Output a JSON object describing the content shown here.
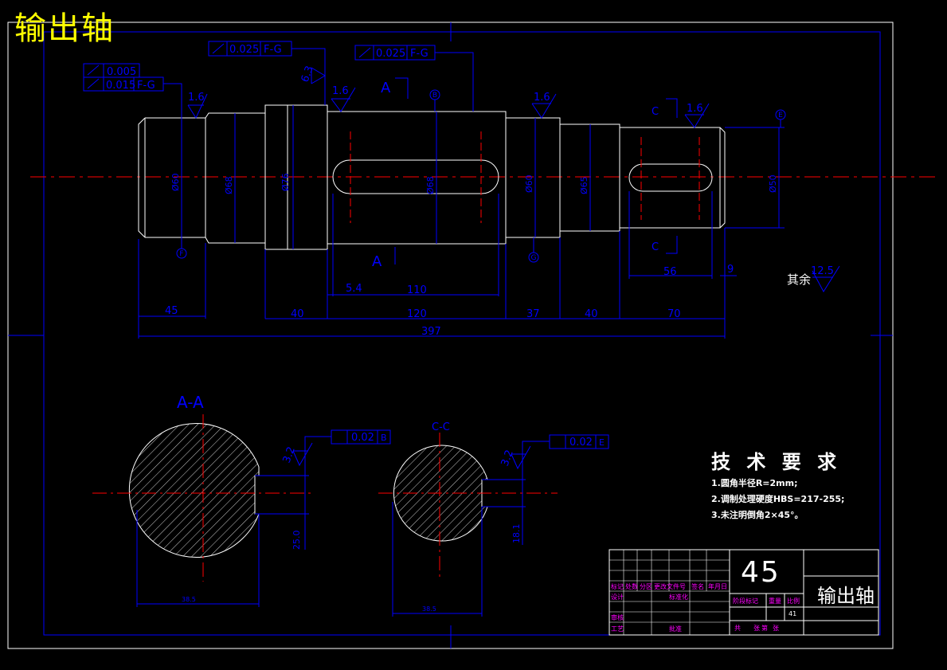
{
  "drawing": {
    "title": "输出轴",
    "material": "45",
    "part_name": "输出轴",
    "other_roughness_label": "其余",
    "other_roughness_value": "12.5"
  },
  "tolerance_frames": {
    "left_top": "0.005",
    "left_bottom": "0.015",
    "left_bottom_ref": "F-G",
    "mid_left": "0.025",
    "mid_left_ref": "F-G",
    "mid_right": "0.025",
    "mid_right_ref": "F-G",
    "section_a": "0.02",
    "section_a_ref": "B",
    "section_c": "0.02",
    "section_c_ref": "E"
  },
  "roughness": {
    "r1": "1.6",
    "r2": "1.6",
    "r3": "1.6",
    "r4": "1.6",
    "r5": "6.3",
    "r6": "3.2",
    "r7": "3.2"
  },
  "datums": {
    "B": "B",
    "E": "E",
    "F": "F",
    "G": "G"
  },
  "section_marks": {
    "a_top": "A",
    "a_bottom": "A",
    "c_top": "C",
    "c_bottom": "C",
    "aa": "A-A",
    "cc": "C-C"
  },
  "diameters": {
    "d1": "Ø60",
    "d2": "Ø68",
    "d3": "Ø76",
    "d4": "Ø68",
    "d5": "Ø60",
    "d6": "Ø65",
    "d7": "Ø50"
  },
  "dimensions": {
    "d45": "45",
    "d40a": "40",
    "d120": "120",
    "d37": "37",
    "d40b": "40",
    "d70": "70",
    "d397": "397",
    "d5_4": "5.4",
    "d110": "110",
    "d56": "56",
    "d9": "9",
    "key_a": "25.0",
    "key_c": "18.1",
    "width_a": "38.5",
    "width_c": "38.5"
  },
  "tech_requirements": {
    "title": "技 术 要 求",
    "items": [
      "1.圆角半径R=2mm;",
      "2.调制处理硬度HBS=217-255;",
      "3.未注明倒角2×45°。"
    ]
  },
  "title_block": {
    "h1": "标记",
    "h2": "处数",
    "h3": "分区",
    "h4": "更改文件号",
    "h5": "签名",
    "h6": "年月日",
    "design": "设计",
    "std": "标准化",
    "check": "审核",
    "process": "工艺",
    "approve": "批准",
    "stage": "阶段标记",
    "weight": "重量",
    "scale": "比例",
    "scale_val": "41",
    "total": "共",
    "sheet": "张",
    "page": "第",
    "page2": "张"
  },
  "colors": {
    "line": "#0000ff",
    "outline": "#ffffff",
    "center": "#ff0000",
    "title": "#ffff00",
    "frame": "#0000ff"
  }
}
